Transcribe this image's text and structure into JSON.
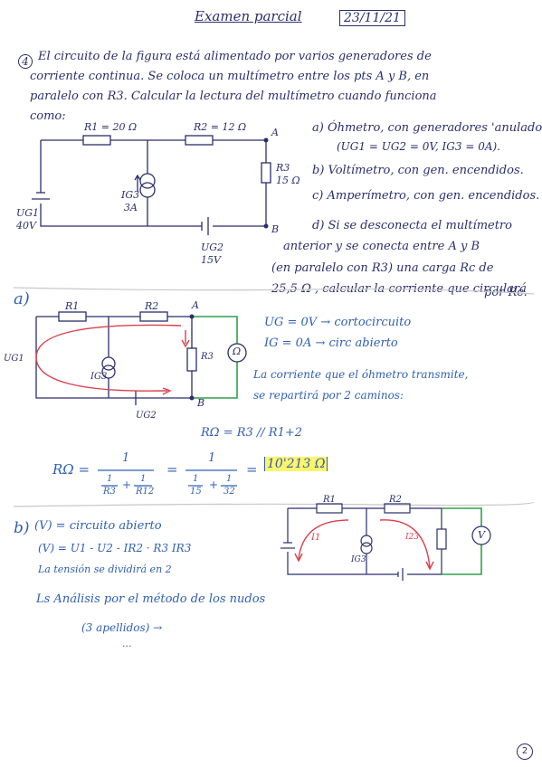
{
  "header": {
    "title": "Examen parcial",
    "date": "23/11/21"
  },
  "problem": {
    "number": "4",
    "statement": [
      "El circuito de la figura está alimentado por varios generadores de",
      "corriente continua. Se coloca un multímetro entre los pts A y B, en",
      "paralelo con R3. Calcular la lectura del multímetro cuando funciona",
      "como:"
    ],
    "options": [
      "a) Óhmetro, con generadores 'anulados'",
      "(UG1 = UG2 = 0V, IG3 = 0A).",
      "b) Voltímetro, con gen. encendidos.",
      "c) Amperímetro, con gen. encendidos.",
      "d) Si se desconecta el multímetro",
      "anterior y se conecta entre A y B",
      "(en paralelo con R3) una carga Rc de",
      "25,5 Ω , calcular la corriente que circulará",
      "por Rc."
    ]
  },
  "circuit1": {
    "r1": "R1 = 20 Ω",
    "r2": "R2 = 12 Ω",
    "r3": "R3",
    "r3_val": "15 Ω",
    "ig3": "IG3",
    "ig3_val": "3A",
    "ug1": "UG1",
    "ug1_val": "40V",
    "ug2": "UG2",
    "ug2_val": "15V",
    "node_a": "A",
    "node_b": "B"
  },
  "part_a": {
    "label": "a)",
    "circuit": {
      "r1": "R1",
      "r2": "R2",
      "r3": "R3",
      "ig3": "IG3",
      "ug1": "UG1",
      "ug2": "UG2",
      "node_a": "A",
      "node_b": "B",
      "meter": "Ω"
    },
    "lines": [
      "UG = 0V → cortocircuito",
      "IG = 0A → circ abierto",
      "La corriente que el óhmetro transmite,",
      "se repartirá por 2 caminos:"
    ],
    "req_line": "RΩ = R3 // R1+2",
    "formula": {
      "lhs": "RΩ =",
      "num": "1",
      "t1": "1",
      "d1": "R3",
      "plus1": "+",
      "t2": "1",
      "d2": "R12",
      "eq": "=",
      "num2": "1",
      "t3": "1",
      "d3": "15",
      "plus2": "+",
      "t4": "1",
      "d4": "32",
      "eq2": "=",
      "result": "10'213 Ω"
    }
  },
  "part_b": {
    "label": "b)",
    "lines": [
      "(V) = circuito abierto",
      "(V) = U1 - U2 - IR2 · R3  IR3",
      "La tensión se dividirá en 2",
      "Ls Análisis por el método de los nudos",
      "(3 apellidos) →",
      "..."
    ],
    "circuit": {
      "r1": "R1",
      "r2": "R2",
      "i1": "I1",
      "i2": "I23",
      "ig3": "IG3",
      "meter": "V"
    }
  },
  "footer": {
    "page_number": "2"
  },
  "colors": {
    "ink": "#2a2f6b",
    "blue": "#2f5fb3",
    "red": "#d9404c",
    "green": "#2ea04a",
    "highlight": "#fdf56a"
  }
}
